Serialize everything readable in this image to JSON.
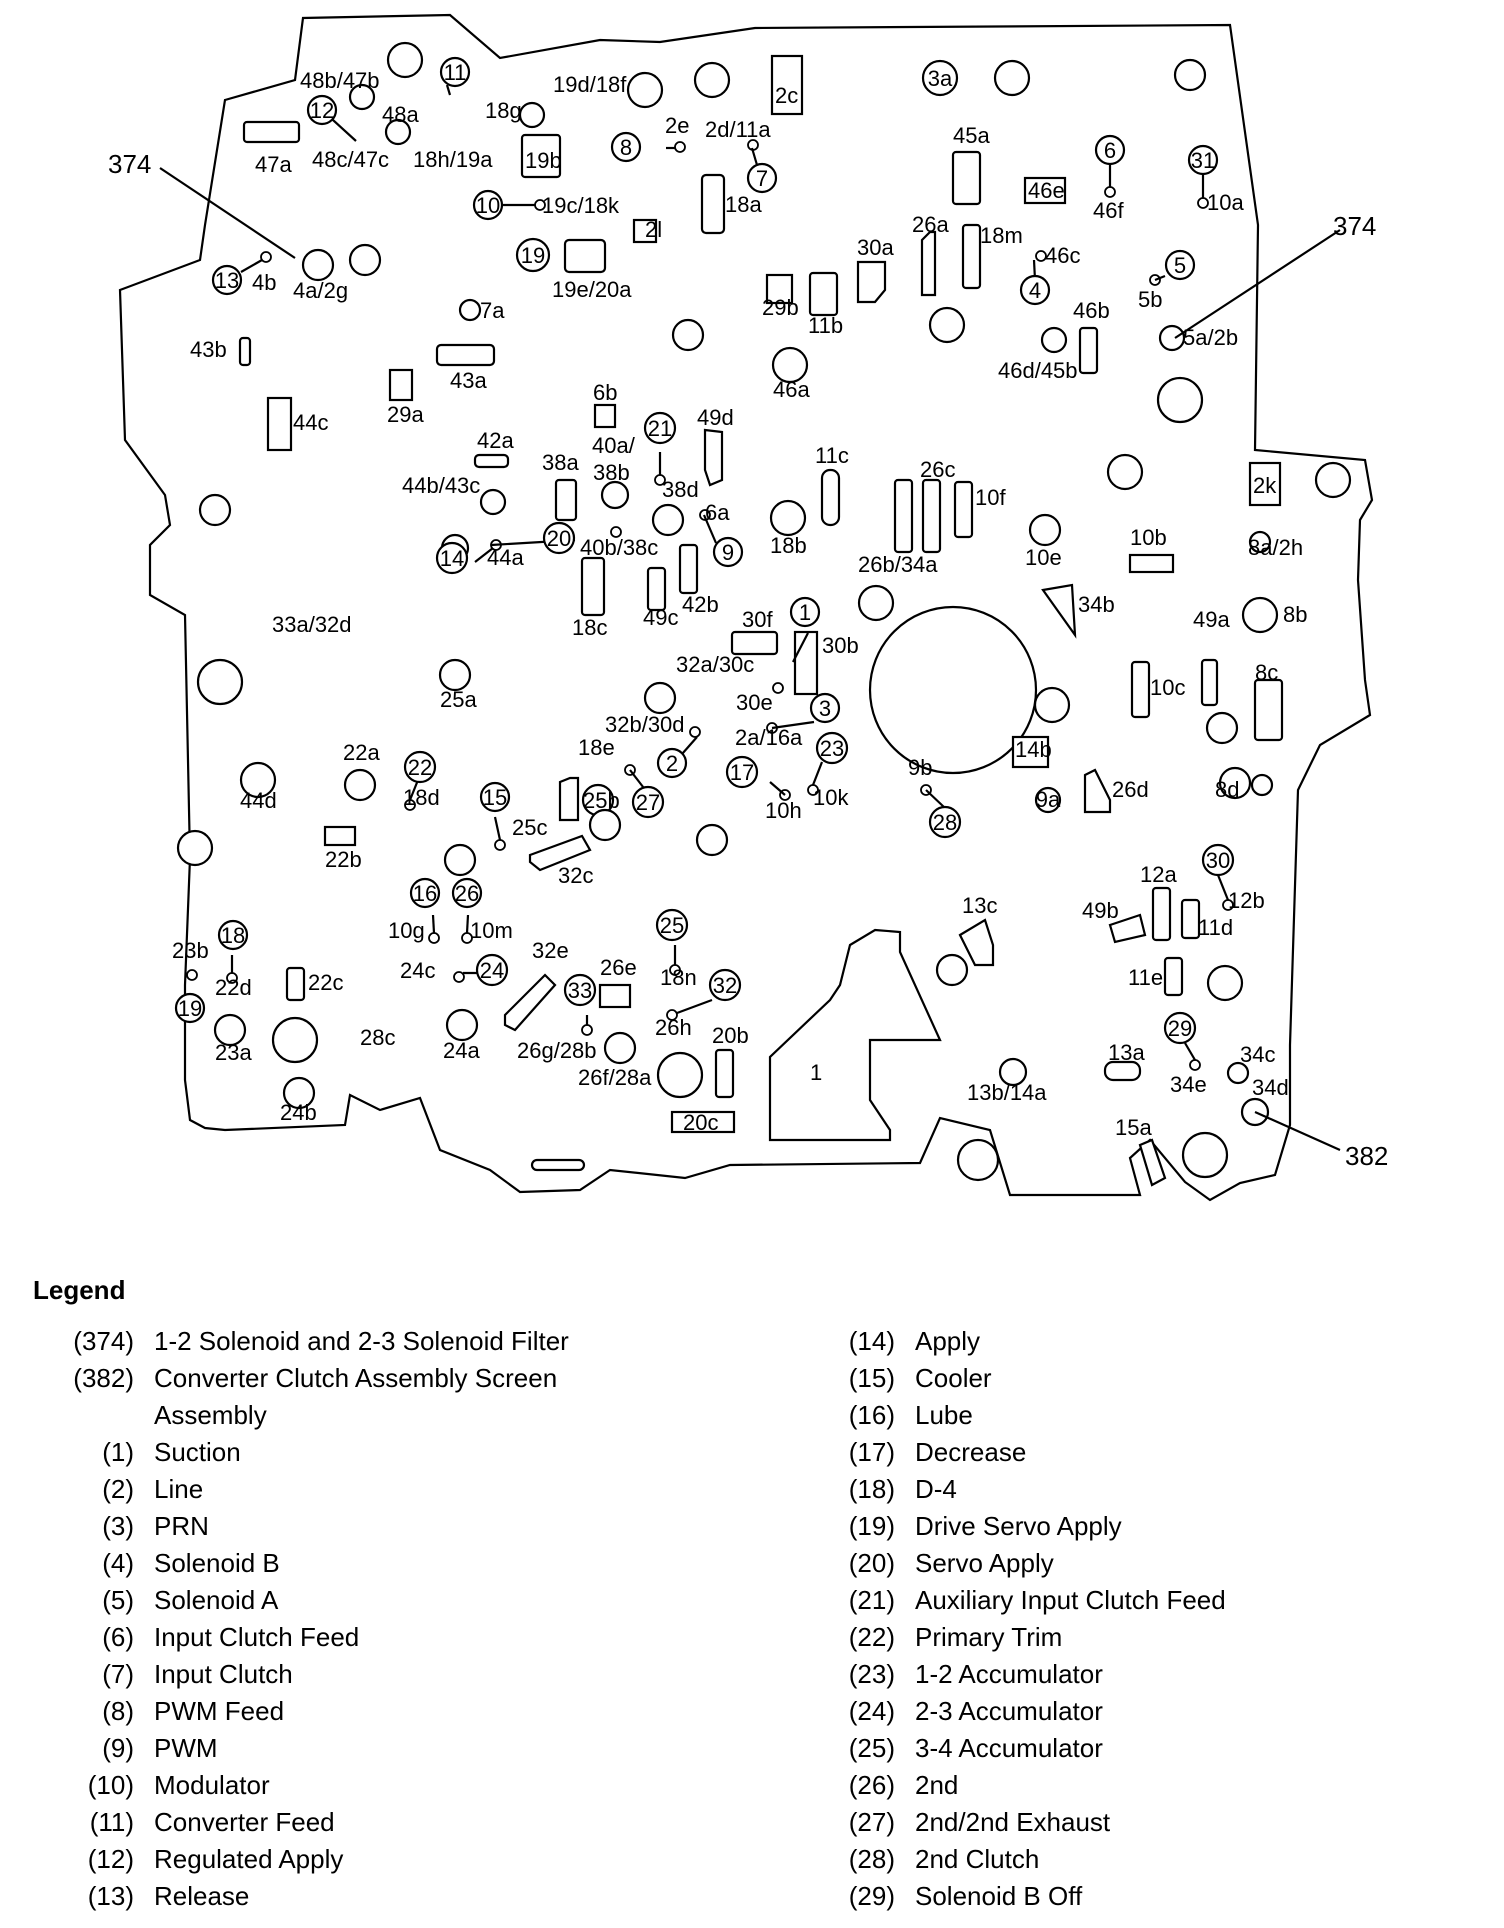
{
  "diagram": {
    "callouts": {
      "c374_left": "374",
      "c374_right": "374",
      "c382": "382"
    },
    "circled": [
      {
        "key": "n11",
        "text": "11"
      },
      {
        "key": "n12",
        "text": "12"
      },
      {
        "key": "n13",
        "text": "13"
      },
      {
        "key": "n10",
        "text": "10"
      },
      {
        "key": "n19",
        "text": "19"
      },
      {
        "key": "n8",
        "text": "8"
      },
      {
        "key": "n7",
        "text": "7"
      },
      {
        "key": "n3a",
        "text": "3a"
      },
      {
        "key": "n6",
        "text": "6"
      },
      {
        "key": "n31",
        "text": "31"
      },
      {
        "key": "n4",
        "text": "4"
      },
      {
        "key": "n5",
        "text": "5"
      },
      {
        "key": "n21",
        "text": "21"
      },
      {
        "key": "n20",
        "text": "20"
      },
      {
        "key": "n14",
        "text": "14"
      },
      {
        "key": "n9",
        "text": "9"
      },
      {
        "key": "n1",
        "text": "1"
      },
      {
        "key": "n3",
        "text": "3"
      },
      {
        "key": "n2",
        "text": "2"
      },
      {
        "key": "n23",
        "text": "23"
      },
      {
        "key": "n17",
        "text": "17"
      },
      {
        "key": "n27",
        "text": "27"
      },
      {
        "key": "n22",
        "text": "22"
      },
      {
        "key": "n15",
        "text": "15"
      },
      {
        "key": "n28",
        "text": "28"
      },
      {
        "key": "n9a",
        "text": "9a"
      },
      {
        "key": "n16",
        "text": "16"
      },
      {
        "key": "n26",
        "text": "26"
      },
      {
        "key": "n18",
        "text": "18"
      },
      {
        "key": "n19b",
        "text": "19"
      },
      {
        "key": "n24",
        "text": "24"
      },
      {
        "key": "n25",
        "text": "25"
      },
      {
        "key": "n33",
        "text": "33"
      },
      {
        "key": "n32",
        "text": "32"
      },
      {
        "key": "n30",
        "text": "30"
      },
      {
        "key": "n29",
        "text": "29"
      }
    ],
    "labels": [
      {
        "key": "l48b",
        "text": "48b/47b"
      },
      {
        "key": "l48a",
        "text": "48a"
      },
      {
        "key": "l18g",
        "text": "18g"
      },
      {
        "key": "l19d",
        "text": "19d/18f"
      },
      {
        "key": "l2c",
        "text": "2c"
      },
      {
        "key": "l47a",
        "text": "47a"
      },
      {
        "key": "l48c",
        "text": "48c/47c"
      },
      {
        "key": "l18h",
        "text": "18h/19a"
      },
      {
        "key": "l19b",
        "text": "19b"
      },
      {
        "key": "l2e",
        "text": "2e"
      },
      {
        "key": "l2d",
        "text": "2d/11a"
      },
      {
        "key": "l45a",
        "text": "45a"
      },
      {
        "key": "l46e",
        "text": "46e"
      },
      {
        "key": "l46f",
        "text": "46f"
      },
      {
        "key": "l10a",
        "text": "10a"
      },
      {
        "key": "l19c",
        "text": "19c/18k"
      },
      {
        "key": "l18a",
        "text": "18a"
      },
      {
        "key": "l2l",
        "text": "2l"
      },
      {
        "key": "l26a",
        "text": "26a"
      },
      {
        "key": "l18m",
        "text": "18m"
      },
      {
        "key": "l46c",
        "text": "46c"
      },
      {
        "key": "l30a",
        "text": "30a"
      },
      {
        "key": "l4b",
        "text": "4b"
      },
      {
        "key": "l4a2g",
        "text": "4a/2g"
      },
      {
        "key": "l19e",
        "text": "19e/20a"
      },
      {
        "key": "l29b",
        "text": "29b"
      },
      {
        "key": "l11b",
        "text": "11b"
      },
      {
        "key": "l5b",
        "text": "5b"
      },
      {
        "key": "l7a",
        "text": "7a"
      },
      {
        "key": "l43b",
        "text": "43b"
      },
      {
        "key": "l43a",
        "text": "43a"
      },
      {
        "key": "l46b",
        "text": "46b"
      },
      {
        "key": "l5a2b",
        "text": "5a/2b"
      },
      {
        "key": "l46d",
        "text": "46d/45b"
      },
      {
        "key": "l46a",
        "text": "46a"
      },
      {
        "key": "l29a",
        "text": "29a"
      },
      {
        "key": "l6b",
        "text": "6b"
      },
      {
        "key": "l44c",
        "text": "44c"
      },
      {
        "key": "l40a",
        "text": "40a/"
      },
      {
        "key": "l38b",
        "text": "38b"
      },
      {
        "key": "l49d",
        "text": "49d"
      },
      {
        "key": "l42a",
        "text": "42a"
      },
      {
        "key": "l11c",
        "text": "11c"
      },
      {
        "key": "l26c",
        "text": "26c"
      },
      {
        "key": "l38a",
        "text": "38a"
      },
      {
        "key": "l38d",
        "text": "38d"
      },
      {
        "key": "l10f",
        "text": "10f"
      },
      {
        "key": "l2k",
        "text": "2k"
      },
      {
        "key": "l44b",
        "text": "44b/43c"
      },
      {
        "key": "l6a",
        "text": "6a"
      },
      {
        "key": "l18b",
        "text": "18b"
      },
      {
        "key": "l40b",
        "text": "40b/38c"
      },
      {
        "key": "l44a",
        "text": "44a"
      },
      {
        "key": "l26b",
        "text": "26b/34a"
      },
      {
        "key": "l10e",
        "text": "10e"
      },
      {
        "key": "l10b",
        "text": "10b"
      },
      {
        "key": "l8a2h",
        "text": "8a/2h"
      },
      {
        "key": "l34b",
        "text": "34b"
      },
      {
        "key": "l18c",
        "text": "18c"
      },
      {
        "key": "l49c",
        "text": "49c"
      },
      {
        "key": "l42b",
        "text": "42b"
      },
      {
        "key": "l33a",
        "text": "33a/32d"
      },
      {
        "key": "l30f",
        "text": "30f"
      },
      {
        "key": "l30b",
        "text": "30b"
      },
      {
        "key": "l49a",
        "text": "49a"
      },
      {
        "key": "l8b",
        "text": "8b"
      },
      {
        "key": "l32a",
        "text": "32a/30c"
      },
      {
        "key": "l30e",
        "text": "30e"
      },
      {
        "key": "l10c",
        "text": "10c"
      },
      {
        "key": "l8c",
        "text": "8c"
      },
      {
        "key": "l25a",
        "text": "25a"
      },
      {
        "key": "l32b",
        "text": "32b/30d"
      },
      {
        "key": "l2a",
        "text": "2a/16a"
      },
      {
        "key": "l18e",
        "text": "18e"
      },
      {
        "key": "l14b",
        "text": "14b"
      },
      {
        "key": "l22a",
        "text": "22a"
      },
      {
        "key": "l9b",
        "text": "9b"
      },
      {
        "key": "l10k",
        "text": "10k"
      },
      {
        "key": "l10h",
        "text": "10h"
      },
      {
        "key": "l18d",
        "text": "18d"
      },
      {
        "key": "l25b",
        "text": "25b"
      },
      {
        "key": "l26d",
        "text": "26d"
      },
      {
        "key": "l8d",
        "text": "8d"
      },
      {
        "key": "l44d",
        "text": "44d"
      },
      {
        "key": "l25c",
        "text": "25c"
      },
      {
        "key": "l22b",
        "text": "22b"
      },
      {
        "key": "l32c",
        "text": "32c"
      },
      {
        "key": "l12a",
        "text": "12a"
      },
      {
        "key": "l12b",
        "text": "12b"
      },
      {
        "key": "l10g",
        "text": "10g"
      },
      {
        "key": "l10m",
        "text": "10m"
      },
      {
        "key": "l13c",
        "text": "13c"
      },
      {
        "key": "l49b",
        "text": "49b"
      },
      {
        "key": "l11d",
        "text": "11d"
      },
      {
        "key": "l23b",
        "text": "23b"
      },
      {
        "key": "l32e",
        "text": "32e"
      },
      {
        "key": "l26e",
        "text": "26e"
      },
      {
        "key": "l18n",
        "text": "18n"
      },
      {
        "key": "l22d",
        "text": "22d"
      },
      {
        "key": "l22c",
        "text": "22c"
      },
      {
        "key": "l24c",
        "text": "24c"
      },
      {
        "key": "l11e",
        "text": "11e"
      },
      {
        "key": "l26h",
        "text": "26h"
      },
      {
        "key": "l28c",
        "text": "28c"
      },
      {
        "key": "l20b",
        "text": "20b"
      },
      {
        "key": "l23a",
        "text": "23a"
      },
      {
        "key": "l24a",
        "text": "24a"
      },
      {
        "key": "l26g",
        "text": "26g/28b"
      },
      {
        "key": "l26f",
        "text": "26f/28a"
      },
      {
        "key": "l1",
        "text": "1"
      },
      {
        "key": "l13a",
        "text": "13a"
      },
      {
        "key": "l34c",
        "text": "34c"
      },
      {
        "key": "l13b",
        "text": "13b/14a"
      },
      {
        "key": "l34e",
        "text": "34e"
      },
      {
        "key": "l34d",
        "text": "34d"
      },
      {
        "key": "l24b",
        "text": "24b"
      },
      {
        "key": "l20c",
        "text": "20c"
      },
      {
        "key": "l15a",
        "text": "15a"
      }
    ]
  },
  "legend": {
    "title": "Legend",
    "left": [
      {
        "num": "(374)",
        "text": "1-2 Solenoid and 2-3 Solenoid Filter"
      },
      {
        "num": "(382)",
        "text": "Converter Clutch Assembly Screen Assembly"
      },
      {
        "num": "(1)",
        "text": "Suction"
      },
      {
        "num": "(2)",
        "text": "Line"
      },
      {
        "num": "(3)",
        "text": "PRN"
      },
      {
        "num": "(4)",
        "text": "Solenoid B"
      },
      {
        "num": "(5)",
        "text": "Solenoid A"
      },
      {
        "num": "(6)",
        "text": "Input Clutch Feed"
      },
      {
        "num": "(7)",
        "text": "Input Clutch"
      },
      {
        "num": "(8)",
        "text": "PWM Feed"
      },
      {
        "num": "(9)",
        "text": "PWM"
      },
      {
        "num": "(10)",
        "text": "Modulator"
      },
      {
        "num": "(11)",
        "text": "Converter Feed"
      },
      {
        "num": "(12)",
        "text": "Regulated Apply"
      },
      {
        "num": "(13)",
        "text": "Release"
      }
    ],
    "right": [
      {
        "num": "(14)",
        "text": "Apply"
      },
      {
        "num": "(15)",
        "text": "Cooler"
      },
      {
        "num": "(16)",
        "text": "Lube"
      },
      {
        "num": "(17)",
        "text": "Decrease"
      },
      {
        "num": "(18)",
        "text": "D-4"
      },
      {
        "num": "(19)",
        "text": "Drive Servo Apply"
      },
      {
        "num": "(20)",
        "text": "Servo Apply"
      },
      {
        "num": "(21)",
        "text": "Auxiliary Input Clutch Feed"
      },
      {
        "num": "(22)",
        "text": "Primary Trim"
      },
      {
        "num": "(23)",
        "text": "1-2 Accumulator"
      },
      {
        "num": "(24)",
        "text": "2-3 Accumulator"
      },
      {
        "num": "(25)",
        "text": "3-4 Accumulator"
      },
      {
        "num": "(26)",
        "text": "2nd"
      },
      {
        "num": "(27)",
        "text": "2nd/2nd Exhaust"
      },
      {
        "num": "(28)",
        "text": "2nd Clutch"
      },
      {
        "num": "(29)",
        "text": "Solenoid B Off"
      }
    ]
  }
}
